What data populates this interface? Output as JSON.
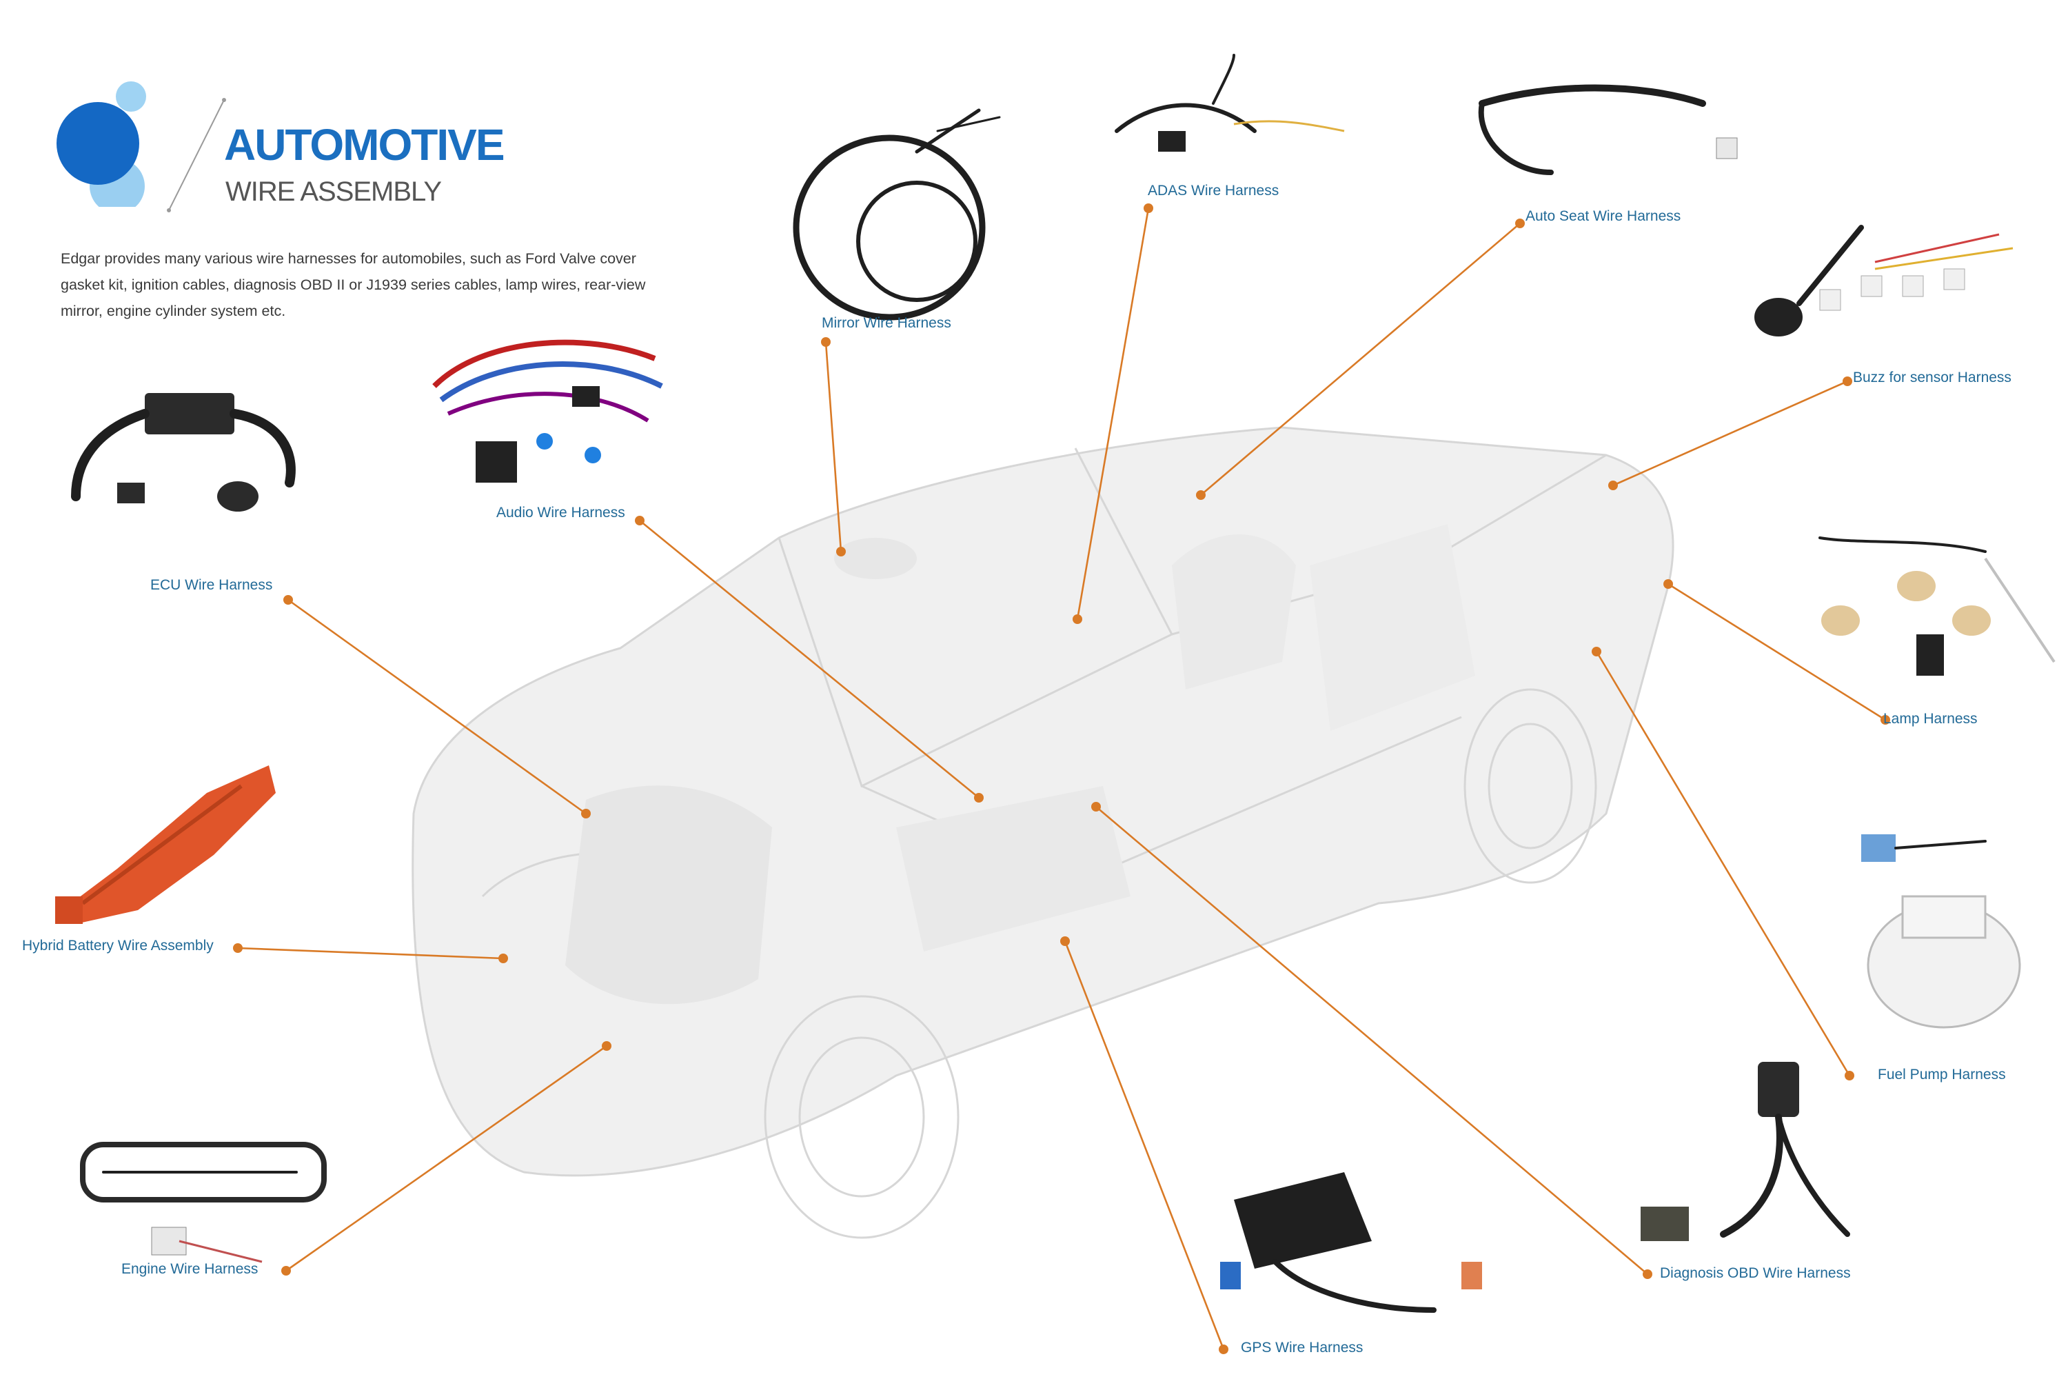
{
  "header": {
    "title": "AUTOMOTIVE",
    "subtitle": "WIRE ASSEMBLY",
    "intro": "Edgar provides many various wire harnesses for automobiles, such as Ford Valve cover gasket kit, ignition cables, diagnosis OBD II or J1939 series cables, lamp wires, rear-view mirror, engine cylinder system etc."
  },
  "colors": {
    "title_blue": "#1b6fc0",
    "label_blue": "#226a97",
    "leader_orange": "#d97a26",
    "logo_dark": "#1468c4",
    "logo_light": "#8fcaf0"
  },
  "callouts": [
    {
      "id": "mirror",
      "label": "Mirror Wire Harness"
    },
    {
      "id": "adas",
      "label": "ADAS Wire Harness"
    },
    {
      "id": "auto-seat",
      "label": "Auto Seat Wire Harness"
    },
    {
      "id": "buzz-sensor",
      "label": "Buzz for sensor Harness"
    },
    {
      "id": "audio",
      "label": "Audio Wire Harness"
    },
    {
      "id": "ecu",
      "label": "ECU Wire Harness"
    },
    {
      "id": "lamp",
      "label": "Lamp Harness"
    },
    {
      "id": "hybrid-battery",
      "label": "Hybrid Battery Wire Assembly"
    },
    {
      "id": "fuel-pump",
      "label": "Fuel Pump Harness"
    },
    {
      "id": "engine",
      "label": "Engine Wire Harness"
    },
    {
      "id": "diagnosis-obd",
      "label": "Diagnosis OBD Wire Harness"
    },
    {
      "id": "gps",
      "label": "GPS Wire Harness"
    }
  ]
}
